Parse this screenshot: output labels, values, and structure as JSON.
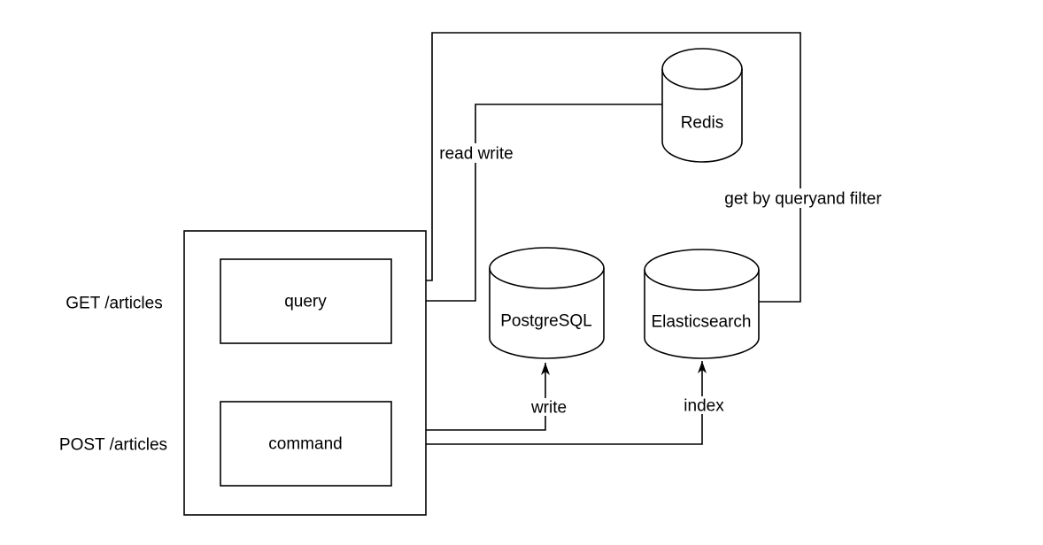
{
  "diagram": {
    "type": "architecture-flow",
    "colors": {
      "background": "#ffffff",
      "stroke": "#000000",
      "text": "#000000"
    },
    "endpoints": {
      "get_articles": "GET /articles",
      "post_articles": "POST /articles"
    },
    "nodes": {
      "query": "query",
      "command": "command",
      "redis": "Redis",
      "postgresql": "PostgreSQL",
      "elasticsearch": "Elasticsearch"
    },
    "edges": {
      "read_write": "read write",
      "get_by_query": "get by queryand filter",
      "write": "write",
      "index": "index"
    }
  }
}
